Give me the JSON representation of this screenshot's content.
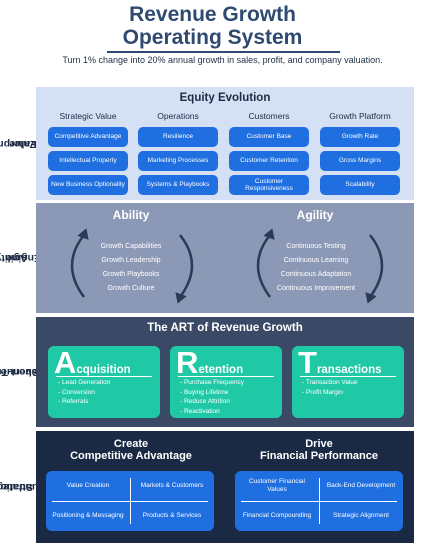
{
  "header": {
    "title_line1": "Revenue Growth",
    "title_line2": "Operating System",
    "subtitle": "Turn 1% change into 20% annual growth in sales, profit, and company valuation."
  },
  "side_labels": {
    "enterprise": [
      "Enterprise",
      "Value"
    ],
    "agility": [
      "Agility",
      "Engine"
    ],
    "short_term": [
      "Short-Term",
      "Revenue"
    ],
    "strategic": [
      "Strategic",
      "Foundation"
    ]
  },
  "equity": {
    "title": "Equity Evolution",
    "columns": [
      {
        "head": "Strategic Value",
        "items": [
          "Competitive Advantage",
          "Intellectual Property",
          "New Business Optionality"
        ]
      },
      {
        "head": "Operations",
        "items": [
          "Resilience",
          "Marketing Processes",
          "Systems & Playbooks"
        ]
      },
      {
        "head": "Customers",
        "items": [
          "Customer Base",
          "Customer Retention",
          "Customer Responsiveness"
        ]
      },
      {
        "head": "Growth Platform",
        "items": [
          "Growth Rate",
          "Gross Margins",
          "Scalability"
        ]
      }
    ]
  },
  "agility": {
    "ability": {
      "title": "Ability",
      "items": [
        "Growth Capabilities",
        "Growth Leadership",
        "Growth Playbooks",
        "Growth Culture"
      ]
    },
    "agility": {
      "title": "Agility",
      "items": [
        "Continuous Testing",
        "Continuous Learning",
        "Continuous Adaptation",
        "Continuous Improvement"
      ]
    }
  },
  "art": {
    "title": "The ART of Revenue Growth",
    "cards": [
      {
        "letter": "A",
        "rest": "cquisition",
        "items": [
          "- Lead Generation",
          "- Conversion",
          "- Referrals"
        ]
      },
      {
        "letter": "R",
        "rest": "etention",
        "items": [
          "- Purchase Frequency",
          "- Buying Lifetime",
          "- Reduce Attrition",
          "- Reactivation"
        ]
      },
      {
        "letter": "T",
        "rest": "ransactions",
        "items": [
          "- Transaction Value",
          "- Profit Margin"
        ]
      }
    ]
  },
  "foundation": {
    "left": {
      "head": [
        "Create",
        "Competitive Advantage"
      ],
      "cells": [
        "Value Creation",
        "Markets & Customers",
        "Positioning & Messaging",
        "Products & Services"
      ]
    },
    "right": {
      "head": [
        "Drive",
        "Financial Performance"
      ],
      "cells": [
        "Customer Financial Values",
        "Back-End Development",
        "Financial Compounding",
        "Strategic Alignment"
      ]
    }
  },
  "colors": {
    "navy": "#2f4a70",
    "pill_blue": "#1f6fe0",
    "teal": "#20c9a6",
    "panel_light": "#d6e0f5",
    "panel_mid": "#8c99b6",
    "panel_dark": "#3a4966",
    "panel_darkest": "#1b2a44"
  }
}
